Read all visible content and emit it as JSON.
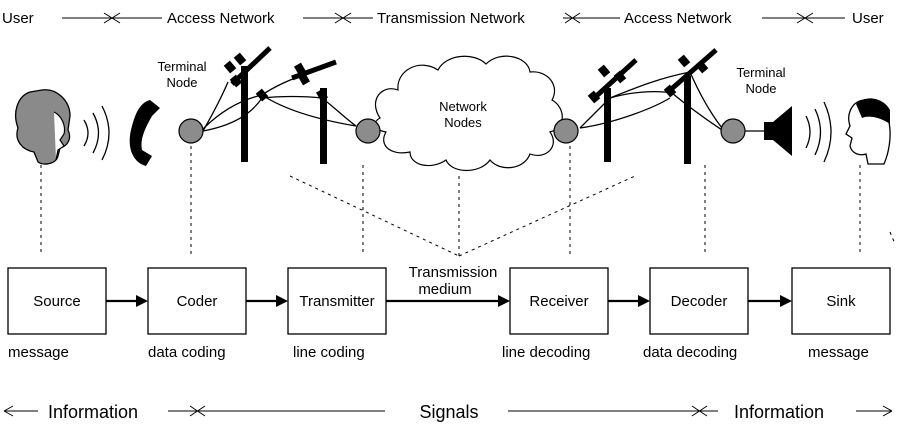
{
  "top_row": {
    "user_left": "User",
    "access_left": "Access Network",
    "transmission": "Transmission Network",
    "access_right": "Access Network",
    "user_right": "User"
  },
  "picture": {
    "terminal_node_left": [
      "Terminal",
      "Node"
    ],
    "terminal_node_right": [
      "Terminal",
      "Node"
    ],
    "network_nodes": [
      "Network",
      "Nodes"
    ]
  },
  "blocks": {
    "source": "Source",
    "coder": "Coder",
    "transmitter": "Transmitter",
    "medium": [
      "Transmission",
      "medium"
    ],
    "receiver": "Receiver",
    "decoder": "Decoder",
    "sink": "Sink"
  },
  "block_captions": {
    "source": "message",
    "coder": "data coding",
    "transmitter": "line coding",
    "receiver": "line decoding",
    "decoder": "data decoding",
    "sink": "message"
  },
  "bottom_row": {
    "info_left": "Information",
    "signals": "Signals",
    "info_right": "Information"
  }
}
